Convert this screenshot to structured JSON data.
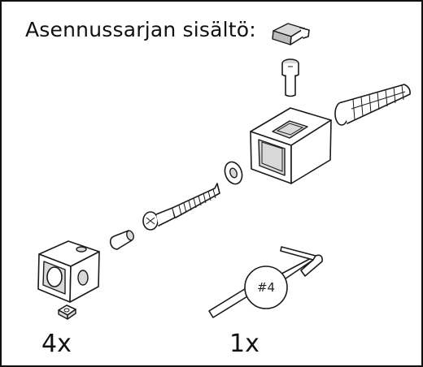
{
  "title": "Asennussarjan sisältö:",
  "quantities": {
    "left": "4x",
    "right": "1x"
  },
  "allen_key": {
    "size_label": "#4"
  }
}
